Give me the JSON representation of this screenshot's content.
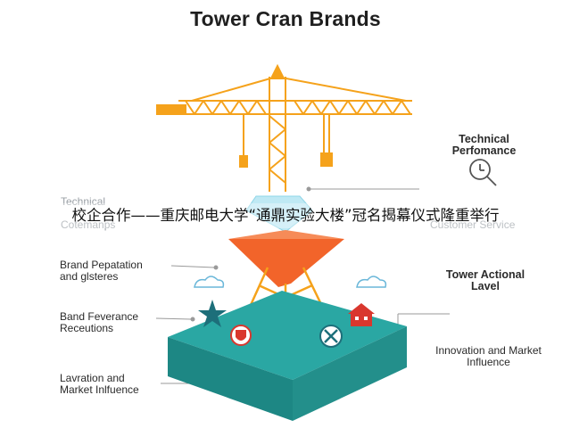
{
  "title": "Tower Cran Brands",
  "labels": {
    "technical_performance": "Technical Perfomance",
    "technical_faded": "Technical",
    "coteman_faded": "Cotemanps",
    "customer_service": "Customer Service",
    "brand_reputation_line1": "Brand Pepatation",
    "brand_reputation_line2": "and glsteres",
    "brand_relevance_line1": "Band Feverance",
    "brand_relevance_line2": "Receutions",
    "lavration_line1": "Lavration and",
    "lavration_line2": "Market Inlfuence",
    "tower_actional_line1": "Tower Actional",
    "tower_actional_line2": "Lavel",
    "innovation_line1": "Innovation and Market",
    "innovation_line2": "Influence"
  },
  "overlay_caption": "校企合作——重庆邮电大学“通鼎实验大楼”冠名揭幕仪式隆重举行",
  "colors": {
    "crane_yellow": "#f5a21b",
    "cone_orange": "#f2642a",
    "platform_teal": "#2aa7a3",
    "platform_teal_dark": "#1d8784",
    "cyan_panel": "#bfe9f4",
    "icon_red": "#d9372e"
  }
}
